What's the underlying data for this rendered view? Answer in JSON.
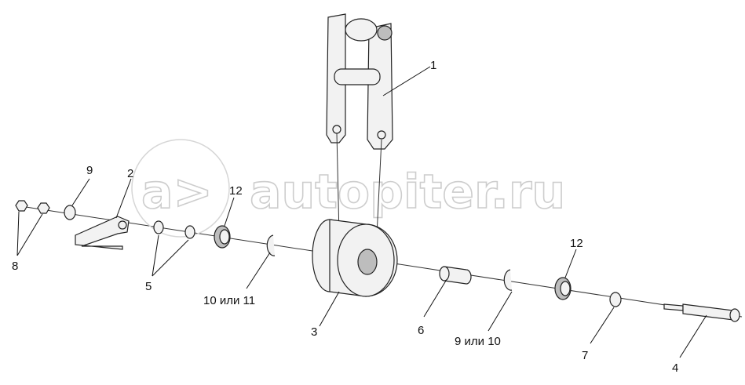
{
  "watermark": {
    "logo_mark": "a>",
    "site": "autopiter.ru"
  },
  "callouts": {
    "c1": "1",
    "c2": "2",
    "c3": "3",
    "c4": "4",
    "c5": "5",
    "c6": "6",
    "c7": "7",
    "c8": "8",
    "c9_top": "9",
    "c12_left": "12",
    "c12_right": "12",
    "c10_or_11": "10 или 11",
    "c9_or_10": "9 или 10"
  }
}
